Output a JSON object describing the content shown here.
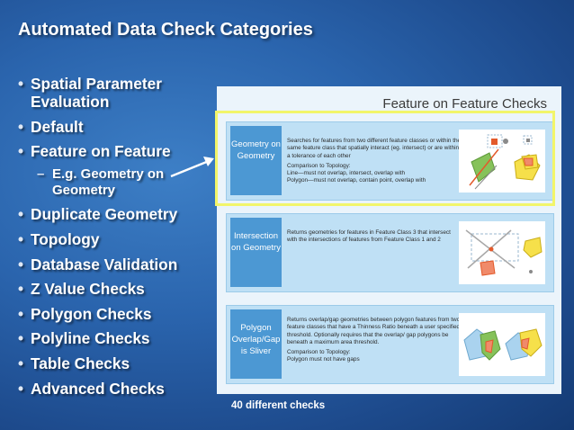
{
  "slide": {
    "title": "Automated Data Check Categories",
    "bullets": [
      {
        "label": "Spatial Parameter Evaluation"
      },
      {
        "label": "Default"
      },
      {
        "label": "Feature on Feature"
      },
      {
        "label": "E.g. Geometry on Geometry"
      },
      {
        "label": "Duplicate Geometry"
      },
      {
        "label": "Topology"
      },
      {
        "label": "Database Validation"
      },
      {
        "label": "Z Value Checks"
      },
      {
        "label": "Polygon Checks"
      },
      {
        "label": "Polyline Checks"
      },
      {
        "label": "Table Checks"
      },
      {
        "label": "Advanced Checks"
      }
    ],
    "footnote": "40 different checks",
    "highlight_color": "#f2f56a"
  },
  "panel": {
    "title": "Feature on Feature Checks",
    "cards": [
      {
        "label": "Geometry on Geometry",
        "desc": "Searches for features from two different feature classes or within the same feature class that spatially interact (eg. intersect) or are within a tolerance of each other",
        "topo_heading": "Comparison to Topology:",
        "topo_lines": [
          "Line—must not overlap, intersect, overlap with",
          "Polygon—must not overlap, contain point, overlap with"
        ]
      },
      {
        "label": "Intersection on Geometry",
        "desc": "Returns geometries for features in Feature Class 3 that intersect with the intersections of features from Feature Class 1 and 2",
        "topo_heading": "",
        "topo_lines": []
      },
      {
        "label": "Polygon Overlap/Gap is Sliver",
        "desc": "Returns overlap/gap geometries between polygon features from two feature classes that have a Thinness Ratio beneath a user specified threshold. Optionally requires that the overlap/ gap polygons be beneath a maximum area threshold.",
        "topo_heading": "Comparison to Topology:",
        "topo_lines": [
          "Polygon must not have gaps"
        ]
      }
    ]
  }
}
